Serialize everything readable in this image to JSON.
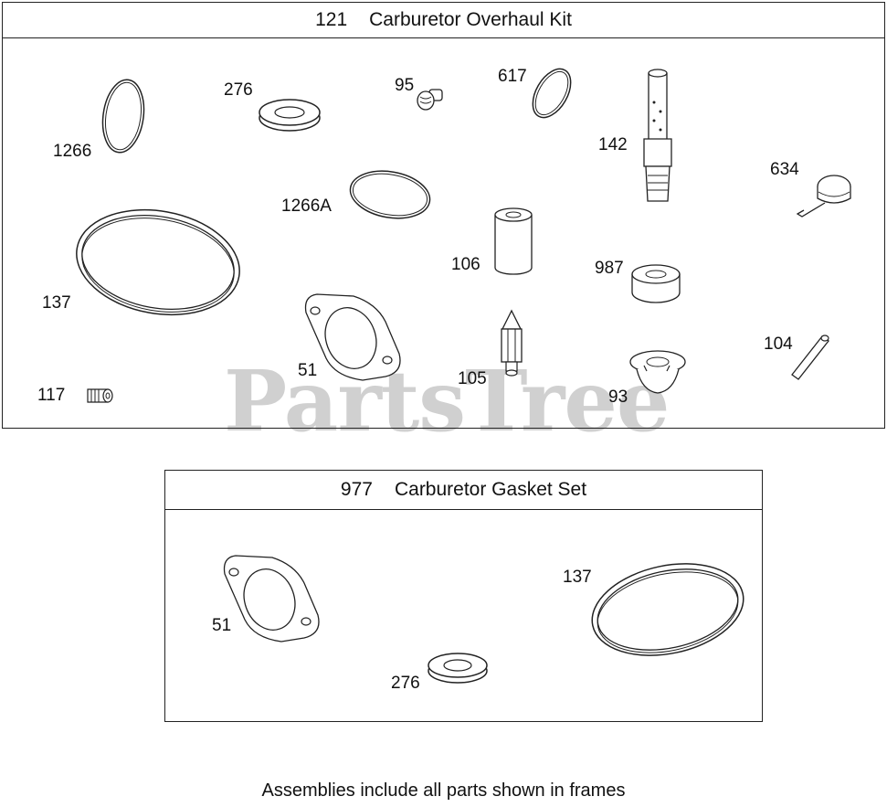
{
  "watermark": "PartsTree",
  "kit": {
    "number": "121",
    "title": "Carburetor Overhaul Kit",
    "parts": {
      "p1266": "1266",
      "p276": "276",
      "p95": "95",
      "p617": "617",
      "p142": "142",
      "p634": "634",
      "p1266A": "1266A",
      "p106": "106",
      "p987": "987",
      "p137": "137",
      "p51": "51",
      "p104": "104",
      "p105": "105",
      "p93": "93",
      "p117": "117"
    }
  },
  "gasket_set": {
    "number": "977",
    "title": "Carburetor Gasket Set",
    "parts": {
      "p51": "51",
      "p137": "137",
      "p276": "276"
    }
  },
  "footer": "Assemblies include all parts shown in frames"
}
